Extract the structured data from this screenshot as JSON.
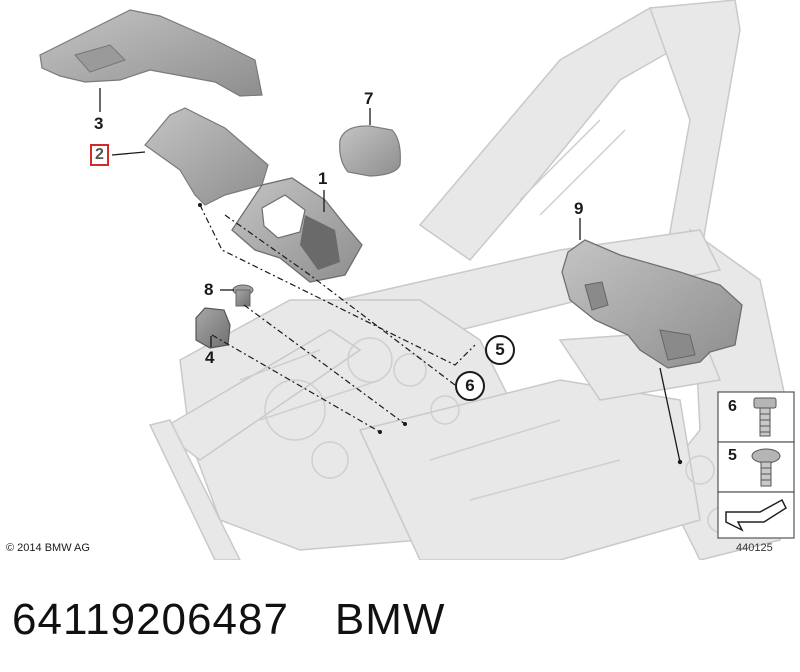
{
  "callouts": {
    "c1": "1",
    "c2": "2",
    "c3": "3",
    "c4": "4",
    "c5": "5",
    "c6": "6",
    "c7": "7",
    "c8": "8",
    "c9": "9"
  },
  "legend": {
    "item6": "6",
    "item5": "5"
  },
  "copyright": "© 2014 BMW AG",
  "drawing_id": "440125",
  "footer": {
    "part_number": "64119206487",
    "brand": "BMW"
  },
  "colors": {
    "part_fill": "#b3b3b3",
    "frame_fill": "#e6e6e6",
    "frame_stroke": "#c9c9c9",
    "highlight": "#d42a2a"
  }
}
